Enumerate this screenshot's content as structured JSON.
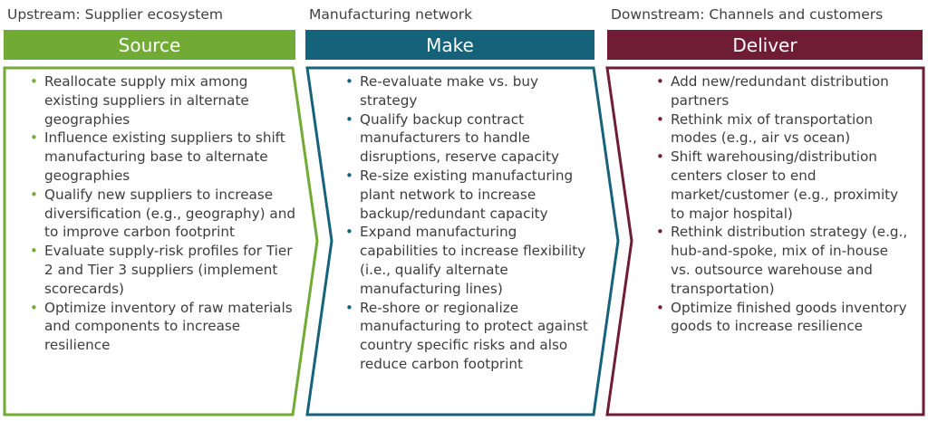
{
  "columns": [
    {
      "stage": "Upstream: Supplier ecosystem",
      "title": "Source",
      "color": "#72aa36",
      "items": [
        "Reallocate supply mix among existing suppliers in alternate geographies",
        "Influence existing suppliers to shift manufacturing base to alternate geographies",
        "Qualify new suppliers to increase diversification (e.g., geography) and to improve carbon footprint",
        "Evaluate supply-risk profiles for Tier 2 and Tier 3 suppliers (implement scorecards)",
        "Optimize inventory of raw materials and components to increase resilience"
      ]
    },
    {
      "stage": "Manufacturing network",
      "title": "Make",
      "color": "#17627b",
      "items": [
        "Re-evaluate make vs. buy strategy",
        "Qualify backup contract manufacturers to handle disruptions, reserve capacity",
        "Re-size existing manufacturing plant network to increase backup/redundant capacity",
        "Expand manufacturing capabilities to increase flexibility (i.e., qualify alternate manufacturing lines)",
        "Re-shore or regionalize manufacturing to protect against country specific risks and also reduce carbon footprint"
      ]
    },
    {
      "stage": "Downstream: Channels and customers",
      "title": "Deliver",
      "color": "#6f1d34",
      "items": [
        "Add new/redundant distribution partners",
        "Rethink mix of transportation modes (e.g., air vs ocean)",
        "Shift warehousing/distribution centers closer to end market/customer (e.g., proximity to major hospital)",
        "Rethink distribution strategy (e.g., hub-and-spoke, mix of in-house vs. outsource warehouse and transportation)",
        "Optimize finished goods inventory goods to increase resilience"
      ]
    }
  ]
}
